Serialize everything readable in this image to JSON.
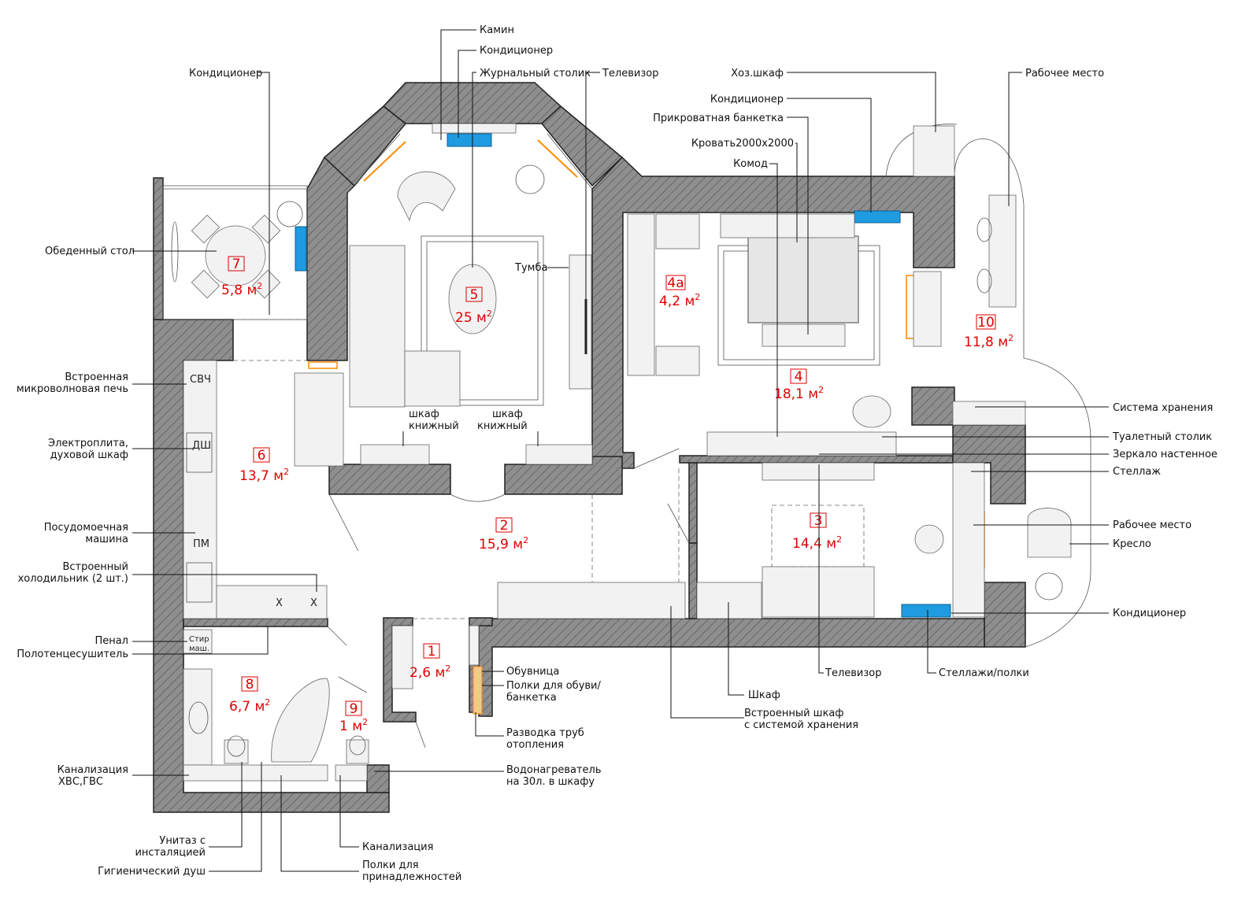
{
  "rooms": [
    {
      "num": "1",
      "area": "2,6"
    },
    {
      "num": "2",
      "area": "15,9"
    },
    {
      "num": "3",
      "area": "14,4"
    },
    {
      "num": "4",
      "area": "18,1"
    },
    {
      "num": "4а",
      "area": "4,2"
    },
    {
      "num": "5",
      "area": "25"
    },
    {
      "num": "6",
      "area": "13,7"
    },
    {
      "num": "7",
      "area": "5,8"
    },
    {
      "num": "8",
      "area": "6,7"
    },
    {
      "num": "9",
      "area": "1"
    },
    {
      "num": "10",
      "area": "11,8"
    }
  ],
  "area_unit": "м",
  "area_sup": "2",
  "callouts": {
    "kamin": "Камин",
    "ac_living": "Кондиционер",
    "coffee_table": "Журнальный столик",
    "tv_living": "Телевизор",
    "ac_loggia": "Кондиционер",
    "dining_table": "Обеденный стол",
    "tumba": "Тумба",
    "bookcase_left": [
      "шкаф",
      "книжный"
    ],
    "bookcase_right": [
      "шкаф",
      "книжный"
    ],
    "microwave": [
      "Встроенная",
      "микроволновая печь"
    ],
    "stove": [
      "Электроплита,",
      "духовой шкаф"
    ],
    "dishwasher": [
      "Посудомоечная",
      "машина"
    ],
    "fridge": [
      "Встроенный",
      "холодильник (2 шт.)"
    ],
    "penal": "Пенал",
    "towel_dryer": "Полотенцесушитель",
    "sewer_water": [
      "Канализация",
      "ХВС,ГВС"
    ],
    "toilet": [
      "Унитаз с",
      "инсталяцией"
    ],
    "hygienic_shower": "Гигиенический душ",
    "sewer": "Канализация",
    "shelves_acc": [
      "Полки для",
      "принадлежностей"
    ],
    "shoe_rack": "Обувница",
    "shoe_shelves": [
      "Полки для обуви/",
      "банкетка"
    ],
    "heating_pipes": [
      "Разводка труб",
      "отопления"
    ],
    "water_heater": [
      "Водонагреватель",
      "на 30л. в шкафу"
    ],
    "builtin_wardrobe": [
      "Встроенный шкаф",
      "с системой хранения"
    ],
    "wardrobe": "Шкаф",
    "tv_bedroom": "Телевизор",
    "racks_shelves": "Стеллажи/полки",
    "utility_closet": "Хоз.шкаф",
    "ac_bedroom": "Кондиционер",
    "bench": "Прикроватная банкетка",
    "bed": "Кровать2000x2000",
    "dresser": "Комод",
    "workplace_top": "Рабочее место",
    "storage_system": "Система хранения",
    "dressing_table": "Туалетный столик",
    "wall_mirror": "Зеркало настенное",
    "rack": "Стеллаж",
    "workplace_right": "Рабочее место",
    "armchair": "Кресло",
    "ac_study": "Кондиционер"
  },
  "fixtures": {
    "microwave_code": "СВЧ",
    "stove_code": "ДШ",
    "dishwasher_code": "ПМ",
    "washer_code": [
      "Стир",
      "маш."
    ],
    "fridge_mark": "Х"
  }
}
